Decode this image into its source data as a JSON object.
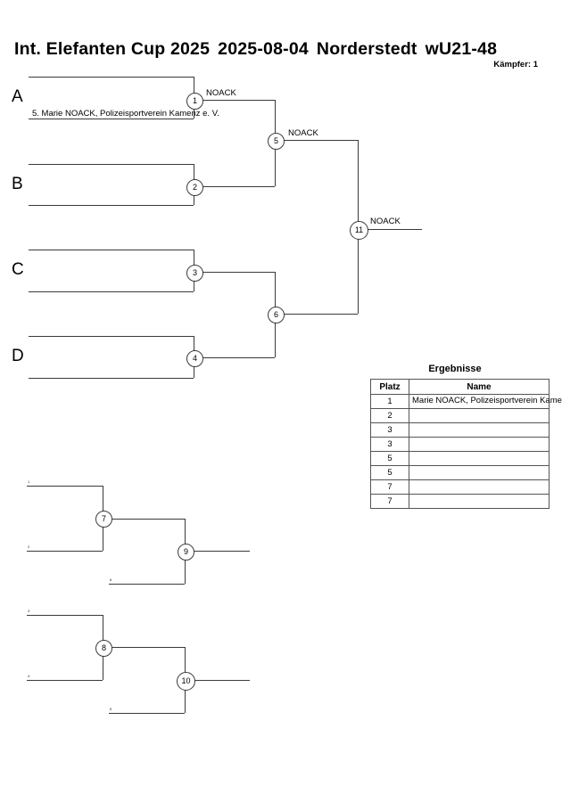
{
  "header": {
    "event": "Int. Elefanten Cup 2025",
    "date": "2025-08-04",
    "city": "Norderstedt",
    "category": "wU21-48",
    "fighters": "Kämpfer: 1"
  },
  "bracket": {
    "pools": [
      {
        "letter": "A"
      },
      {
        "letter": "B"
      },
      {
        "letter": "C"
      },
      {
        "letter": "D"
      }
    ],
    "entrant": "5. Marie NOACK, Polizeisportverein Kamenz e. V.",
    "nodes": {
      "n1": "1",
      "n2": "2",
      "n3": "3",
      "n4": "4",
      "n5": "5",
      "n6": "6",
      "n7": "7",
      "n8": "8",
      "n9": "9",
      "n10": "10",
      "n11": "11"
    },
    "winners": {
      "w1": "NOACK",
      "w5": "NOACK",
      "w11": "NOACK"
    },
    "repechage_labels": {
      "r1": "1",
      "r2": "2",
      "r3": "3",
      "r4": "4",
      "r5": "5",
      "r6": "6"
    }
  },
  "results": {
    "title": "Ergebnisse",
    "columns": [
      "Platz",
      "Name"
    ],
    "rows": [
      {
        "platz": "1",
        "name": "Marie NOACK, Polizeisportverein Kamenz e. V."
      },
      {
        "platz": "2",
        "name": ""
      },
      {
        "platz": "3",
        "name": ""
      },
      {
        "platz": "3",
        "name": ""
      },
      {
        "platz": "5",
        "name": ""
      },
      {
        "platz": "5",
        "name": ""
      },
      {
        "platz": "7",
        "name": ""
      },
      {
        "platz": "7",
        "name": ""
      }
    ]
  }
}
